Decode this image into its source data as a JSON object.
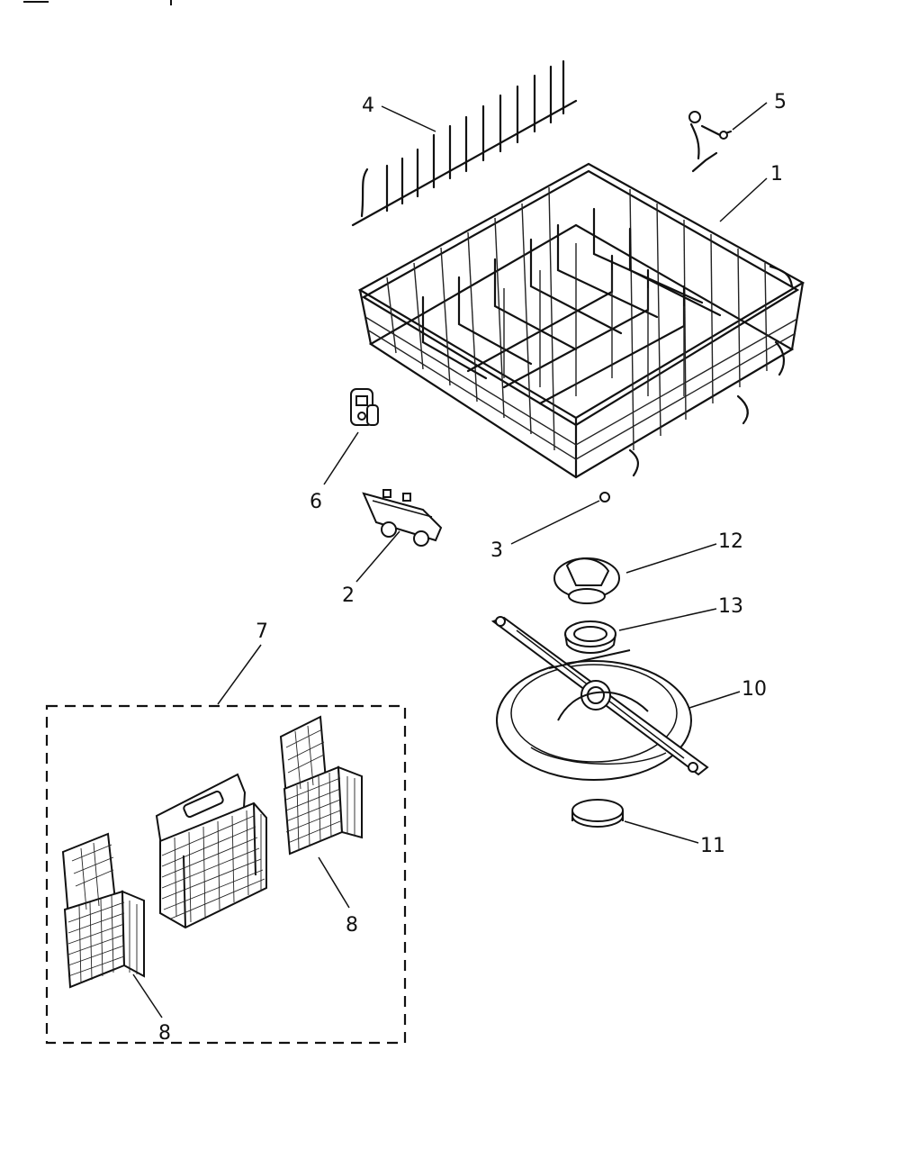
{
  "diagram": {
    "callouts": {
      "rack": "1",
      "roller_assembly": "2",
      "clip": "3",
      "tine_row": "4",
      "stop_clip": "5",
      "bumper": "6",
      "basket_group": "7",
      "basket_right": "8",
      "basket_left": "8",
      "spray_arm_plate": "10",
      "bearing_ring": "11",
      "cap": "12",
      "seal_ring": "13"
    }
  }
}
